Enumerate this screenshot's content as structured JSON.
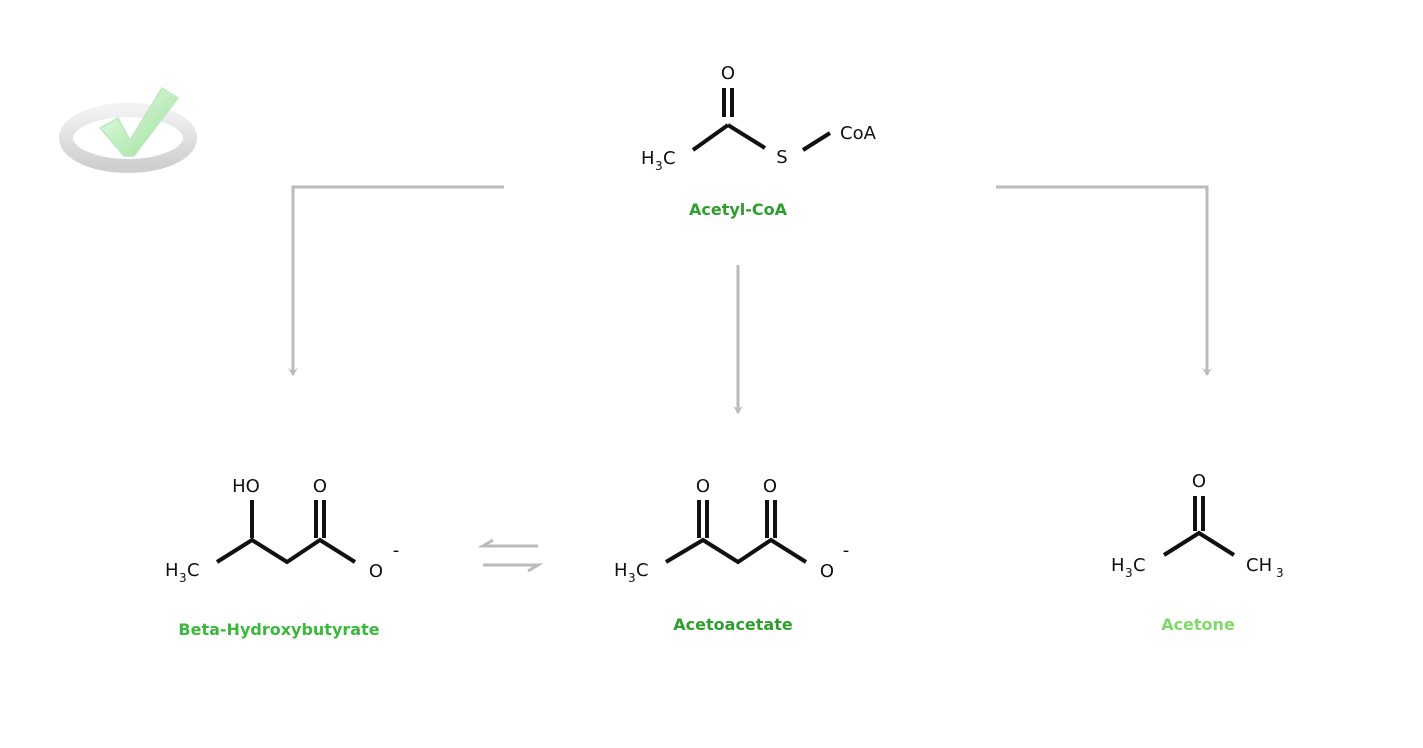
{
  "colors": {
    "acetyl_coa_label": "#2e9e2e",
    "bhb_label": "#3cb83c",
    "acetoacetate_label": "#2e9e2e",
    "acetone_label": "#7fd96a",
    "arrow": "#bbbbbb",
    "bond": "#111111"
  },
  "logo": {
    "icon": "green-checkmark-in-gray-ring-icon"
  },
  "molecules": {
    "acetyl_coa": {
      "label": "Acetyl-CoA",
      "atoms": {
        "o": "O",
        "h3c_h": "H",
        "h3c_3": "3",
        "h3c_c": "C",
        "s": "S",
        "coa": "CoA"
      }
    },
    "beta_hydroxybutyrate": {
      "label": "Beta-Hydroxybutyrate",
      "atoms": {
        "ho": "HO",
        "o": "O",
        "o_minus": "O",
        "charge": "-",
        "h3c_h": "H",
        "h3c_3": "3",
        "h3c_c": "C"
      }
    },
    "acetoacetate": {
      "label": "Acetoacetate",
      "atoms": {
        "o1": "O",
        "o2": "O",
        "o_minus": "O",
        "charge": "-",
        "h3c_h": "H",
        "h3c_3": "3",
        "h3c_c": "C"
      }
    },
    "acetone": {
      "label": "Acetone",
      "atoms": {
        "o": "O",
        "h3c_h": "H",
        "h3c_3": "3",
        "h3c_c": "C",
        "ch3_c": "CH",
        "ch3_3": "3"
      }
    }
  }
}
